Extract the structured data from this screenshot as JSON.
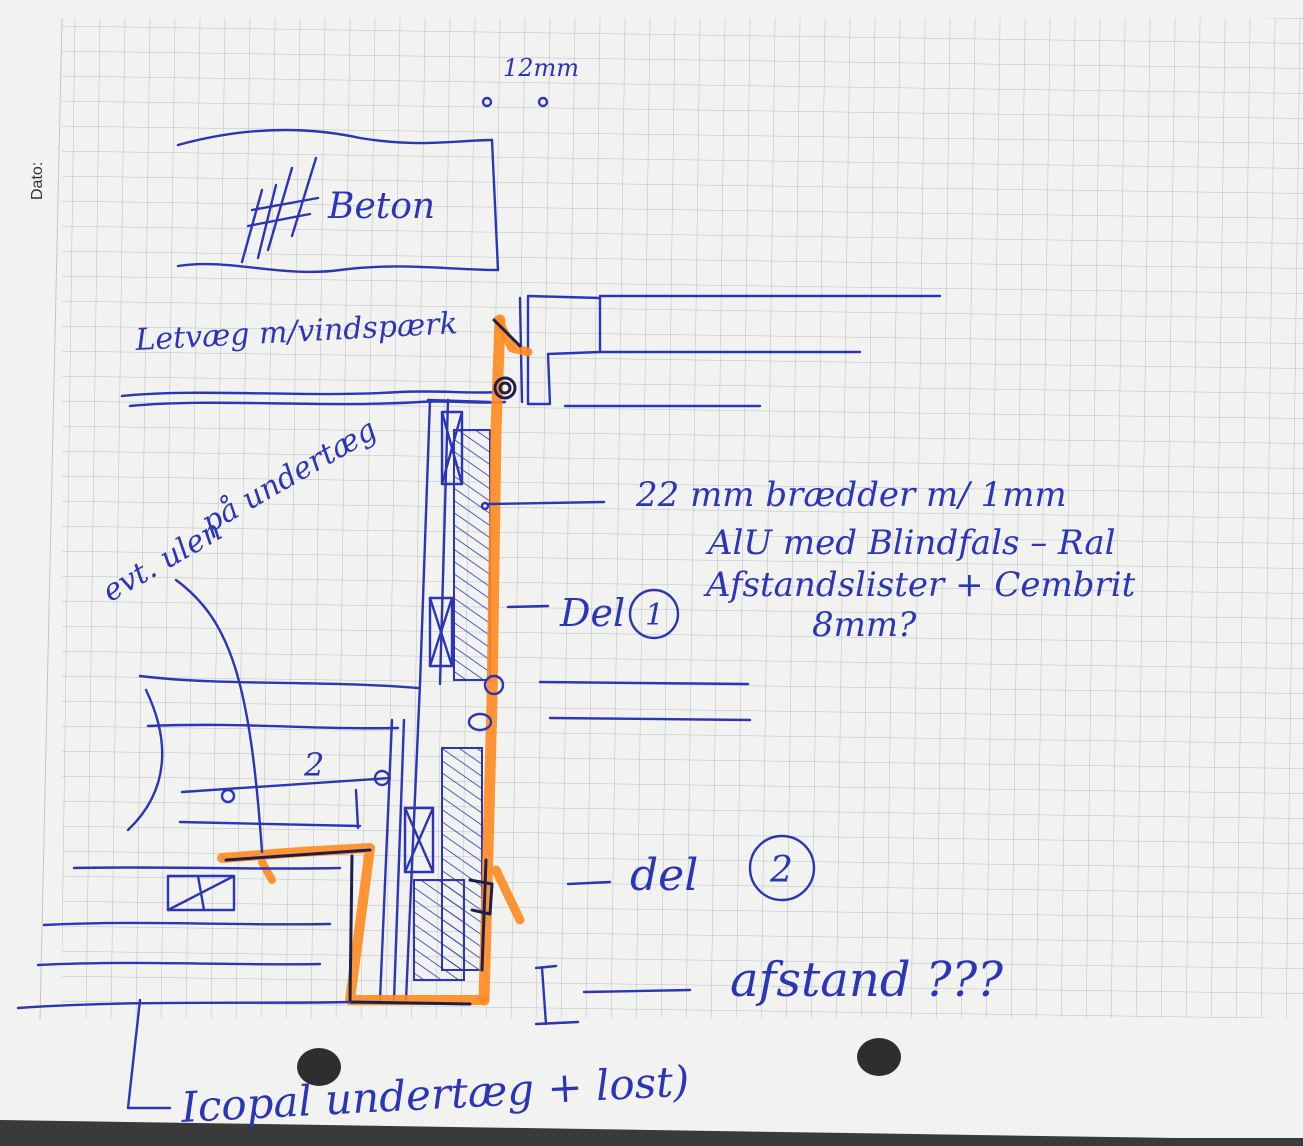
{
  "sheet": {
    "date_label": "Dato:"
  },
  "annotations": {
    "top_dimension": "12mm",
    "beton": "Beton",
    "lekte_label": "Letvæg m/vindspærk",
    "left_note_line1": "evt. ulen",
    "left_note_line2": "på undertæg",
    "boards_line1": "22 mm brædder m/ 1mm",
    "boards_line2": "AlU med Blindfals – Ral",
    "boards_line3": "Afstandslister + Cembrit",
    "boards_line4": "8mm?",
    "del1": "Del",
    "del1_num": "1",
    "del2": "del",
    "del2_num": "2",
    "dimension_two": "2",
    "afstand": "afstand ???",
    "bottom_note": "Icopal undertæg + lost)"
  },
  "colors": {
    "paper": "#f2f2f0",
    "grid": "#b9bcc4",
    "ink": "#2a35b8",
    "highlight": "#ff8a1f"
  }
}
